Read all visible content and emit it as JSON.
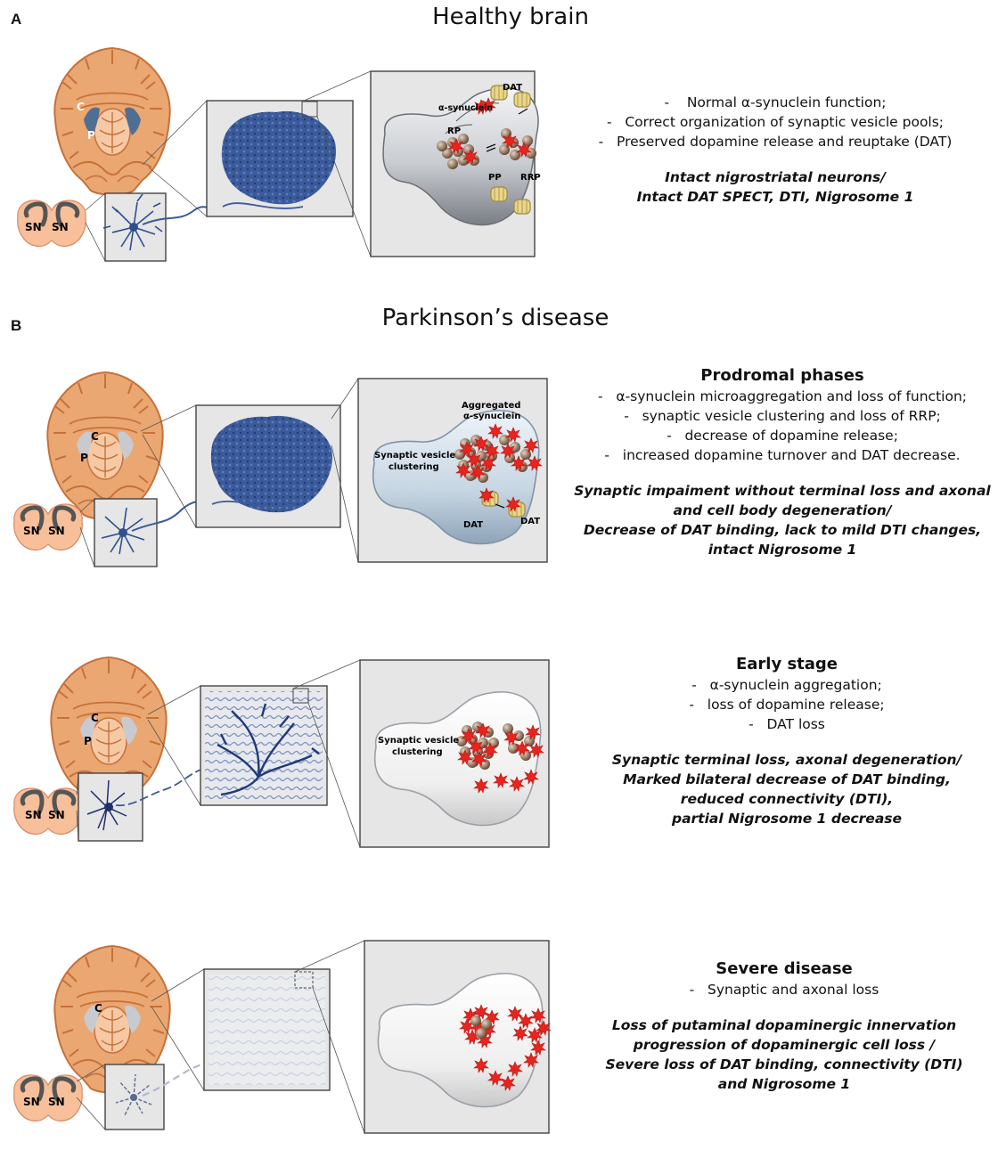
{
  "panels": {
    "a": "A",
    "b": "B"
  },
  "headings": {
    "healthy": "Healthy brain",
    "pd": "Parkinson’s disease"
  },
  "labels": {
    "sn": "SN",
    "c": "C",
    "p": "P",
    "dat": "DAT",
    "asyn": "α-synuclein",
    "rp": "RP",
    "pp": "PP",
    "rrp": "RRP",
    "agg1": "Aggregated",
    "agg2": "α-synuclein",
    "svc1": "Synaptic vesicle",
    "svc2": "clustering"
  },
  "healthy": {
    "bullets": [
      "Normal α-synuclein function;",
      "Correct organization of synaptic vesicle pools;",
      "Preserved  dopamine release and reuptake (DAT)"
    ],
    "summary": [
      "Intact nigrostriatal neurons/",
      "Intact DAT SPECT, DTI, Nigrosome 1"
    ]
  },
  "prodromal": {
    "title": "Prodromal phases",
    "bullets": [
      "α-synuclein microaggregation and loss of function;",
      "synaptic vesicle clustering and loss of RRP;",
      "decrease of dopamine release;",
      "increased dopamine turnover and DAT decrease."
    ],
    "summary": [
      "Synaptic impaiment without terminal loss and axonal",
      "and cell body degeneration/",
      "Decrease of DAT binding, lack to mild DTI changes,",
      "intact Nigrosome 1"
    ]
  },
  "early": {
    "title": "Early stage",
    "bullets": [
      "α-synuclein aggregation;",
      "loss of dopamine release;",
      "DAT loss"
    ],
    "summary": [
      "Synaptic terminal loss, axonal degeneration/",
      "Marked bilateral decrease of DAT binding,",
      "reduced connectivity (DTI),",
      "partial Nigrosome 1 decrease"
    ]
  },
  "severe": {
    "title": "Severe disease",
    "bullets": [
      "Synaptic and axonal loss"
    ],
    "summary": [
      "Loss of putaminal dopaminergic innervation",
      "progression of dopaminergic cell loss /",
      "Severe loss of DAT binding, connectivity (DTI)",
      "and Nigrosome 1"
    ]
  },
  "colors": {
    "brain": "#e9a46f",
    "brain_stroke": "#c8753f",
    "neuron": "#3b5a9a",
    "alpha_syn": "#e8241e",
    "vesicle": "#8a6a55",
    "dat": "#e8d48a",
    "box": "#e6e6e6"
  }
}
